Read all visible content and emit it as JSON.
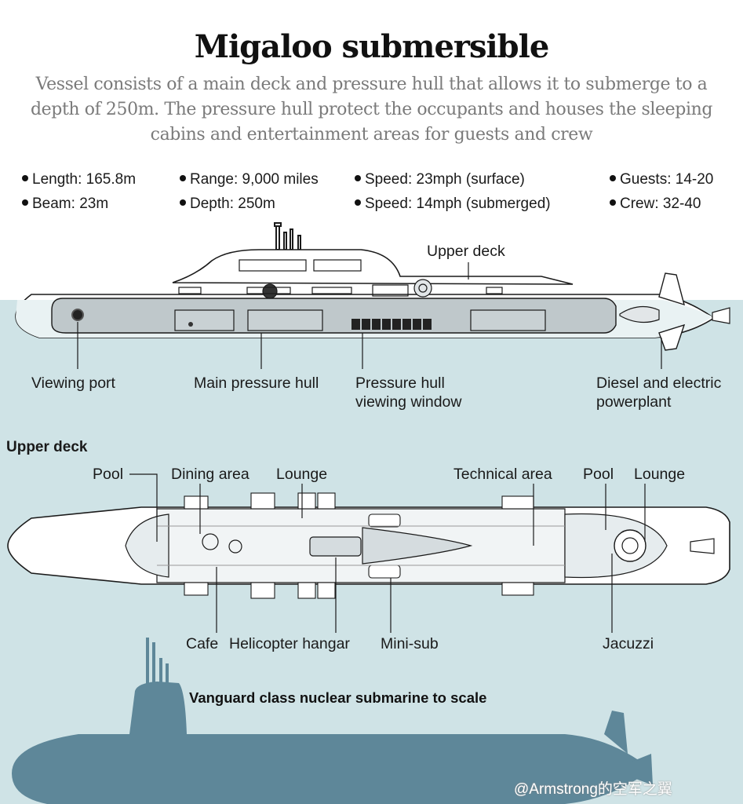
{
  "header": {
    "title": "Migaloo submersible",
    "subtitle": "Vessel consists of a main deck and pressure hull that allows it to submerge to a depth of 250m. The pressure hull protect the occupants and houses the sleeping cabins and entertainment areas for guests and crew"
  },
  "specs": [
    "Length: 165.8m",
    "Range: 9,000 miles",
    "Speed: 23mph (surface)",
    "Guests: 14-20",
    "Beam: 23m",
    "Depth: 250m",
    "Speed: 14mph (submerged)",
    "Crew: 32-40"
  ],
  "side_view": {
    "upper_deck": "Upper deck",
    "viewing_port": "Viewing port",
    "main_pressure_hull": "Main pressure hull",
    "pressure_hull_viewing_window": [
      "Pressure hull",
      "viewing window"
    ],
    "powerplant": [
      "Diesel and electric",
      "powerplant"
    ]
  },
  "top_view": {
    "section_title": "Upper deck",
    "pool_left": "Pool",
    "dining_area": "Dining area",
    "lounge_left": "Lounge",
    "technical_area": "Technical area",
    "pool_right": "Pool",
    "lounge_right": "Lounge",
    "cafe": "Cafe",
    "helicopter_hangar": "Helicopter hangar",
    "mini_sub": "Mini-sub",
    "jacuzzi": "Jacuzzi"
  },
  "scale": {
    "vanguard_label": "Vanguard class nuclear submarine to scale"
  },
  "watermark": "@Armstrong的空军之翼",
  "colors": {
    "water": "#cfe3e6",
    "hull_grey": "#bfc8cb",
    "vanguard": "#5e8799",
    "line": "#1a1a1a"
  }
}
